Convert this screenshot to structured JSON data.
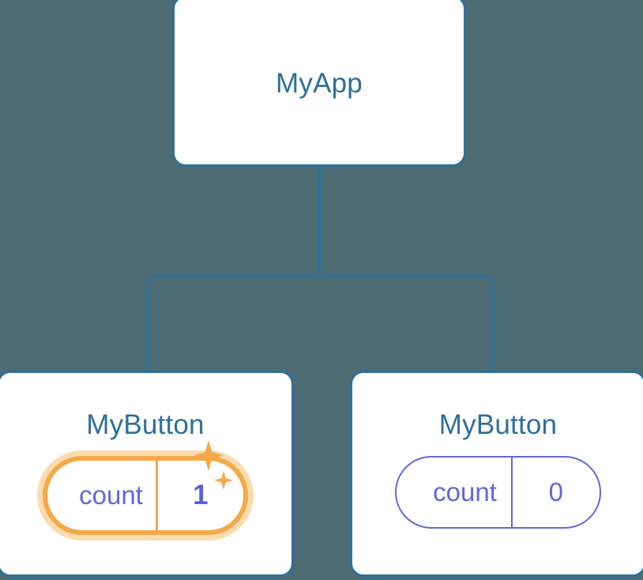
{
  "diagram": {
    "type": "component-tree",
    "background_color": "#4d6b73",
    "node_border_color": "#2e7099",
    "connector_color": "#2e7099",
    "title_color": "#2e7099",
    "state_color": "#6366dd",
    "highlight_color": "#f5a94a",
    "highlight_glow_color": "#fbdcaf"
  },
  "nodes": {
    "root": {
      "title": "MyApp"
    },
    "child_left": {
      "title": "MyButton",
      "state": {
        "key": "count",
        "value": "1",
        "highlighted": true
      }
    },
    "child_right": {
      "title": "MyButton",
      "state": {
        "key": "count",
        "value": "0",
        "highlighted": false
      }
    }
  },
  "icons": {
    "sparkle_large": "sparkle-icon",
    "sparkle_small": "sparkle-icon"
  }
}
